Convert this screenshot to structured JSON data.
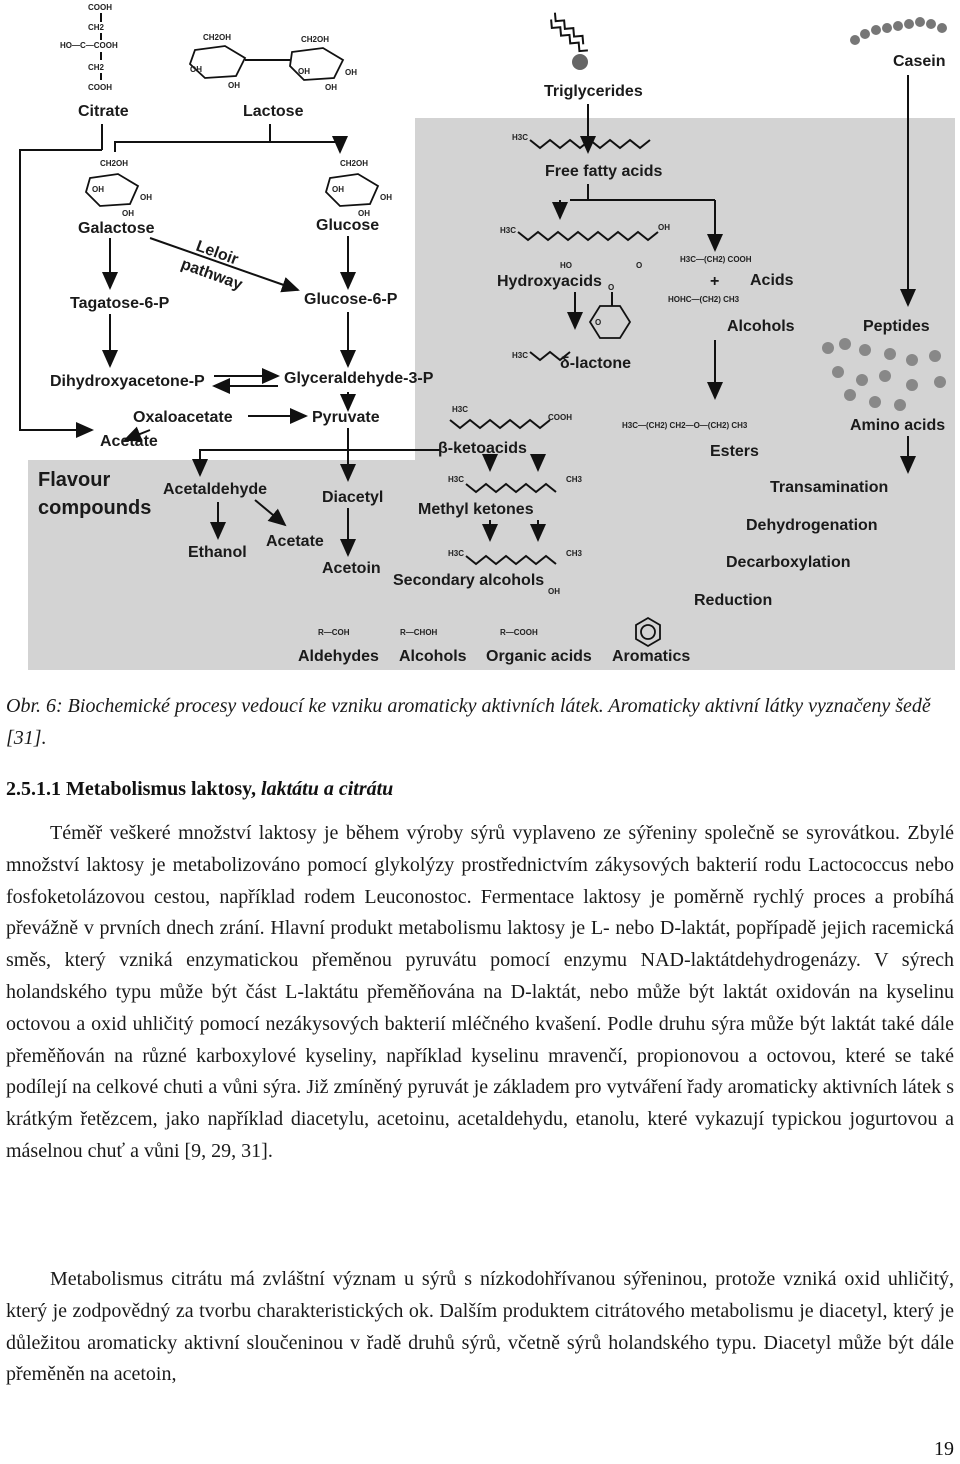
{
  "figure": {
    "compounds": {
      "citrate": "Citrate",
      "lactose": "Lactose",
      "triglycerides": "Triglycerides",
      "casein": "Casein",
      "galactose": "Galactose",
      "glucose": "Glucose",
      "free_fatty_acids": "Free fatty acids",
      "leloir": "Leloir",
      "pathway": "pathway",
      "tagatose": "Tagatose-6-P",
      "glucose6p": "Glucose-6-P",
      "hydroxyacids": "Hydroxyacids",
      "acids": "Acids",
      "alcohols": "Alcohols",
      "peptides": "Peptides",
      "lactone": "δ-lactone",
      "dhap": "Dihydroxyacetone-P",
      "g3p": "Glyceraldehyde-3-P",
      "oxaloacetate": "Oxaloacetate",
      "pyruvate": "Pyruvate",
      "acetate_top": "Acetate",
      "ketoacids": "β-ketoacids",
      "esters": "Esters",
      "amino_acids": "Amino acids",
      "flavour1": "Flavour",
      "flavour2": "compounds",
      "acetaldehyde": "Acetaldehyde",
      "diacetyl": "Diacetyl",
      "methyl_ketones": "Methyl ketones",
      "transamination": "Transamination",
      "dehydrogenation": "Dehydrogenation",
      "decarboxylation": "Decarboxylation",
      "reduction": "Reduction",
      "ethanol": "Ethanol",
      "acetate_bottom": "Acetate",
      "acetoin": "Acetoin",
      "secondary_alcohols": "Secondary alcohols",
      "aldehydes": "Aldehydes",
      "alcohols_bottom": "Alcohols",
      "organic_acids": "Organic acids",
      "aromatics": "Aromatics"
    },
    "chem": {
      "cooh": "COOH",
      "ch2": "CH2",
      "ho_c_cooh": "HO—C—COOH",
      "ch2oh": "CH2OH",
      "oh": "OH",
      "h3c": "H3C",
      "ho": "HO",
      "o": "O",
      "plus": "+",
      "h3c_ch2_cooh": "H3C—(CH2) COOH",
      "hohc_ch2_ch3": "HOHC—(CH2) CH3",
      "ester": "H3C—(CH2) CH2—O—(CH2) CH3",
      "ch3": "CH3",
      "r_coh": "R—COH",
      "r_choh": "R—CHOH",
      "r_cooh": "R—COOH"
    }
  },
  "caption": {
    "label": "Obr. 6: ",
    "text": "Biochemické procesy vedoucí ke vzniku aromaticky aktivních látek. Aromaticky aktivní látky vyznačeny šedě [31]."
  },
  "section": {
    "number": "2.5.1.1 ",
    "title_plain": "Metabolismus laktosy, ",
    "title_italic": "laktátu a citrátu"
  },
  "paragraphs": [
    "Téměř veškeré množství laktosy je během výroby sýrů vyplaveno ze sýřeniny společně se syrovátkou. Zbylé množství laktosy je metabolizováno pomocí glykolýzy prostřednictvím zákysových bakterií rodu Lactococcus nebo fosfoketolázovou cestou, například rodem Leuconostoc. Fermentace laktosy je poměrně rychlý proces a probíhá převážně v prvních dnech zrání. Hlavní produkt metabolismu laktosy je L- nebo D-laktát, popřípadě jejich racemická směs, který vzniká enzymatickou přeměnou pyruvátu pomocí enzymu NAD-laktátdehydrogenázy. V sýrech holandského typu může být část L-laktátu přeměňována na D-laktát, nebo může být laktát oxidován na kyselinu octovou a oxid uhličitý pomocí nezákysových bakterií mléčného kvašení. Podle druhu sýra může být laktát také dále přeměňován na různé karboxylové kyseliny, například kyselinu mravenčí, propionovou a octovou, které se také podílejí na celkové chuti a vůni sýra. Již zmíněný pyruvát je základem pro vytváření řady aromaticky aktivních látek s krátkým řetězcem, jako například diacetylu, acetoinu, acetaldehydu, etanolu, které vykazují typickou jogurtovou a máselnou chuť a vůni [9, 29, 31].",
    "Metabolismus citrátu má zvláštní význam u sýrů s nízkodohřívanou sýřeninou, protože vzniká oxid uhličitý, který je zodpovědný za tvorbu charakteristických ok. Dalším produktem citrátového metabolismu je diacetyl, který je důležitou aromaticky aktivní sloučeninou v řadě druhů sýrů, včetně sýrů holandského typu. Diacetyl může být dále přeměněn na acetoin,"
  ],
  "page_number": "19"
}
